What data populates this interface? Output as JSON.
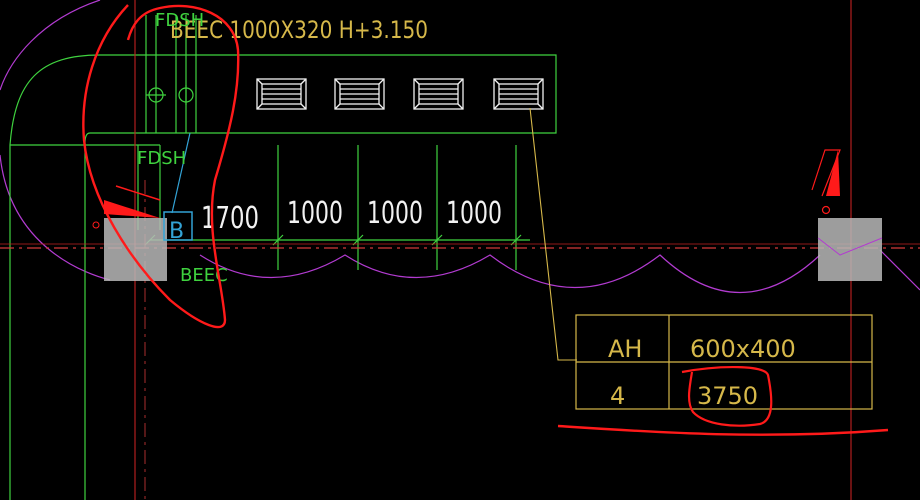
{
  "drawing": {
    "duct_label": "BEEC 1000X320  H+3.150",
    "fdsh_top": "FDSH",
    "fdsh_mid": "FDSH",
    "beec_bottom": "BEEC",
    "box_tag": "B",
    "spacing": [
      "1700",
      "1000",
      "1000",
      "1000"
    ],
    "schedule": {
      "rows": [
        [
          "AH",
          "600x400"
        ],
        [
          "4",
          "3750"
        ]
      ]
    }
  },
  "colors": {
    "green": "#3fd23f",
    "yellow": "#d6b84a",
    "white": "#f2f2f2",
    "red": "#ff1a1a",
    "dashed_red": "#d43a3a",
    "magenta": "#b23bd0",
    "cyan": "#33a3d6",
    "gray": "#b8b8b8"
  }
}
